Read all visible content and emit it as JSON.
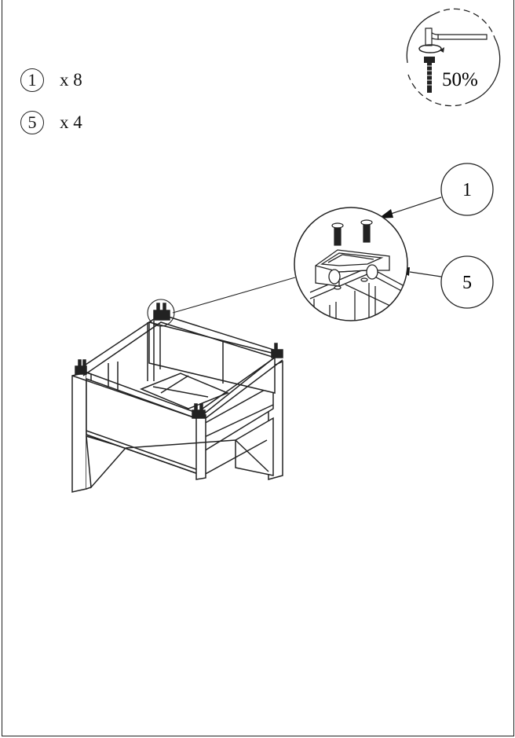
{
  "parts": [
    {
      "number": "1",
      "quantity": "x 8"
    },
    {
      "number": "5",
      "quantity": "x 4"
    }
  ],
  "tool": {
    "icon": "allen-key-icon",
    "torque": "50%"
  },
  "callouts": [
    {
      "number": "1",
      "target": "screw"
    },
    {
      "number": "5",
      "target": "corner-bracket"
    }
  ]
}
